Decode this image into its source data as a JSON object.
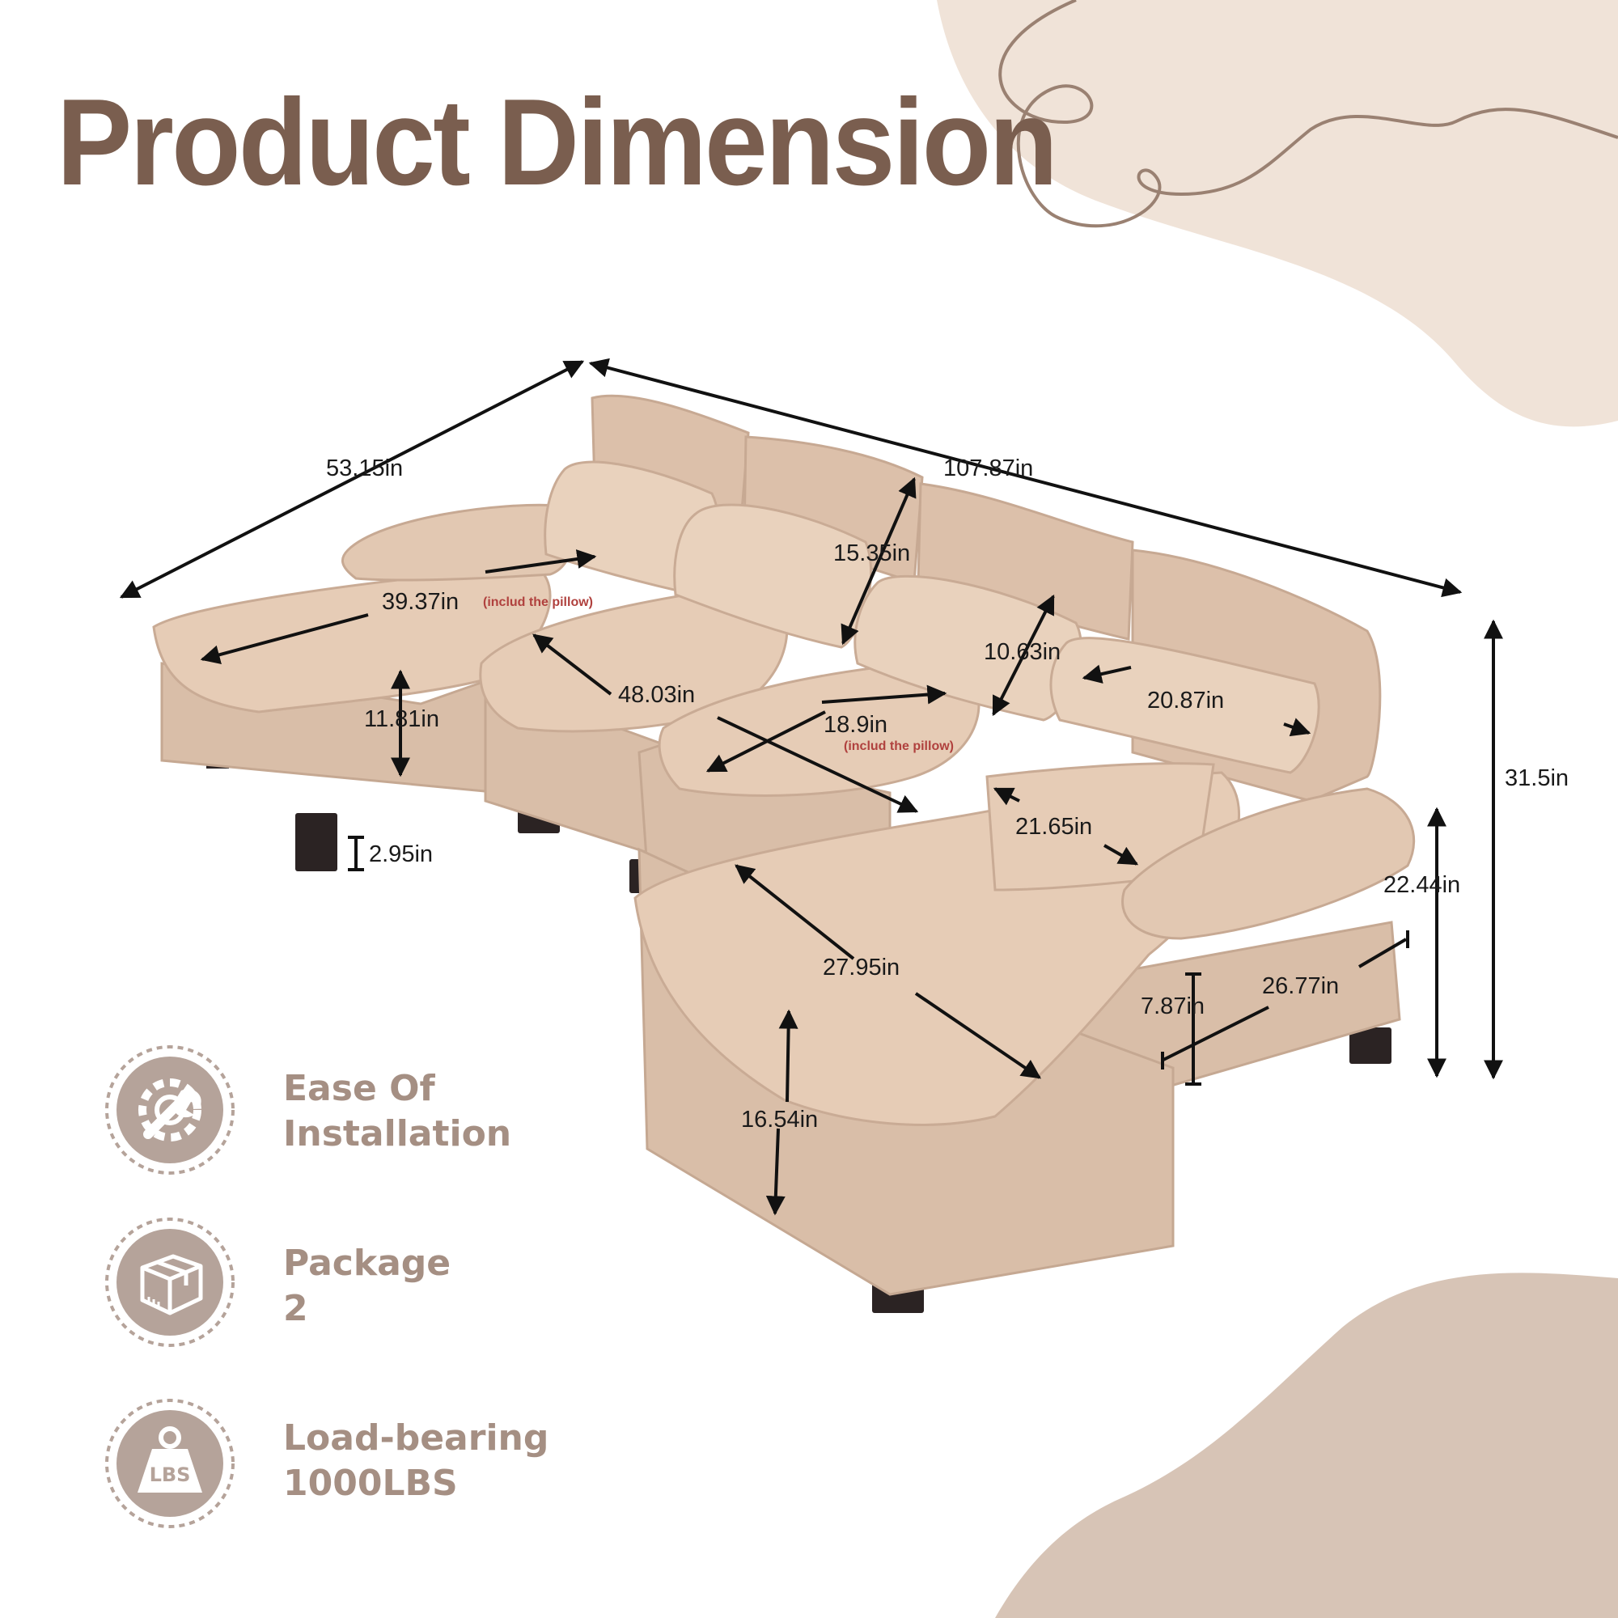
{
  "title": "Product Dimension",
  "colors": {
    "title": "#7a5e4f",
    "blob_light": "#f0e3d8",
    "blob_dark": "#d7c4b6",
    "swirl": "#9a8172",
    "sofa_fabric": "#e3c9b3",
    "feature_circle": "#b5a39a",
    "feature_text": "#a58f83"
  },
  "dimensions": {
    "d1": "53.15in",
    "d2": "107.87in",
    "d3": "15.35in",
    "d4": "39.37in",
    "d4_note": "(includ the pillow)",
    "d5": "10.63in",
    "d6": "48.03in",
    "d7": "11.81in",
    "d8": "18.9in",
    "d8_note": "(includ the pillow)",
    "d9": "20.87in",
    "d10": "31.5in",
    "d11": "21.65in",
    "d12": "2.95in",
    "d13": "22.44in",
    "d14": "27.95in",
    "d15": "26.77in",
    "d16": "7.87in",
    "d17": "16.54in"
  },
  "features": [
    {
      "icon": "wrench-gear-icon",
      "line1": "Ease Of",
      "line2": "Installation"
    },
    {
      "icon": "package-box-icon",
      "line1": "Package",
      "line2": "2"
    },
    {
      "icon": "weight-lbs-icon",
      "line1": "Load-bearing",
      "line2": "1000LBS",
      "icon_label": "LBS"
    }
  ]
}
